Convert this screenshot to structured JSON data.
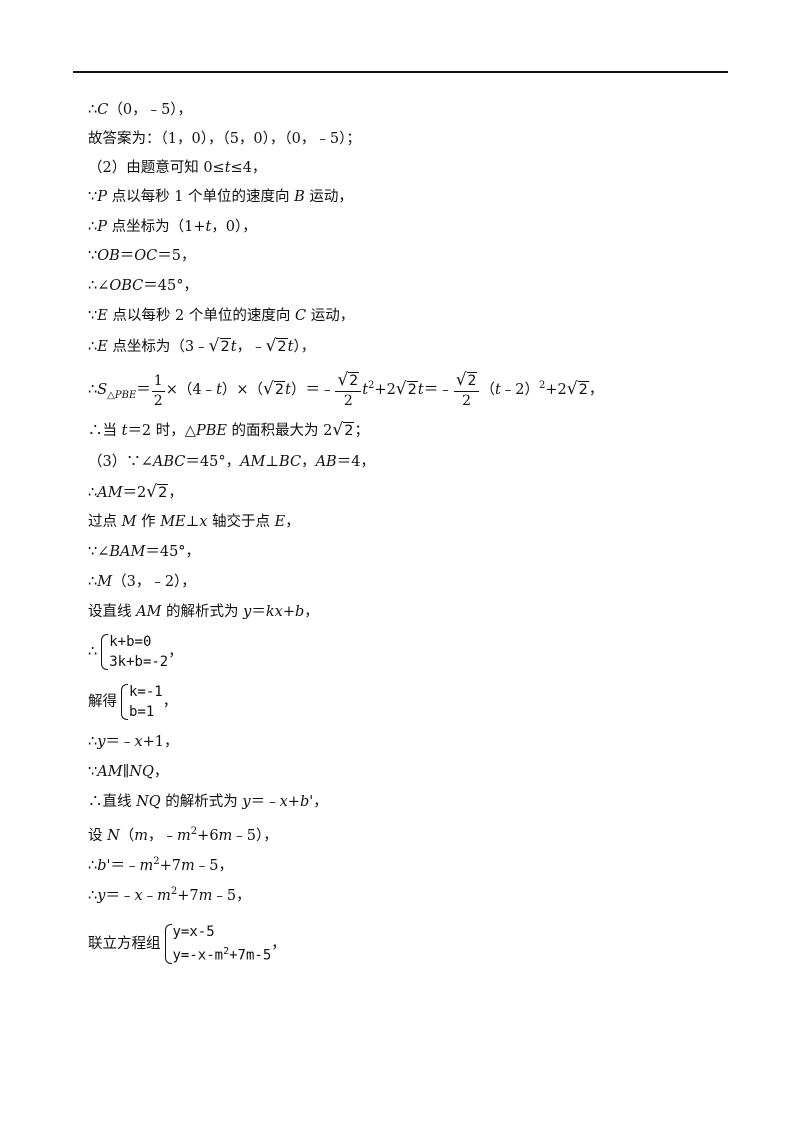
{
  "lines": [
    "∴C（0，﹣5），",
    "故答案为：（1，0），（5，0），（0，﹣5）；",
    "（2）由题意可知 0≤t≤4，",
    "∵P 点以每秒 1 个单位的速度向 B 运动，",
    "∴P 点坐标为（1+t，0），",
    "∵OB＝OC＝5，",
    "∴∠OBC＝45°，",
    "∵E 点以每秒 2 个单位的速度向 C 运动，",
    "∴E 点坐标为（3﹣√2t，﹣√2t），",
    "∴S△PBE＝1/2×（4﹣t）×（√2t）＝﹣√2/2 t²+2√2t＝﹣√2/2（t﹣2）²+2√2，",
    "∴当 t＝2 时，△PBE 的面积最大为 2√2；",
    "（3）∵∠ABC＝45°，AM⊥BC，AB＝4，",
    "∴AM＝2√2，",
    "过点 M 作 ME⊥x 轴交于点 E，",
    "∵∠BAM＝45°，",
    "∴M（3，﹣2），",
    "设直线 AM 的解析式为 y＝kx+b，",
    "∴{k+b=0, 3k+b=-2，",
    "解得 {k=-1, b=1，",
    "∴y＝﹣x+1，",
    "∵AM∥NQ，",
    "∴直线 NQ 的解析式为 y＝﹣x+b'，",
    "设 N（m，﹣m²+6m﹣5），",
    "∴b'＝﹣m²+7m﹣5，",
    "∴y＝﹣x﹣m²+7m﹣5，",
    "联立方程组 {y=x-5, y=-x-m²+7m-5，"
  ]
}
